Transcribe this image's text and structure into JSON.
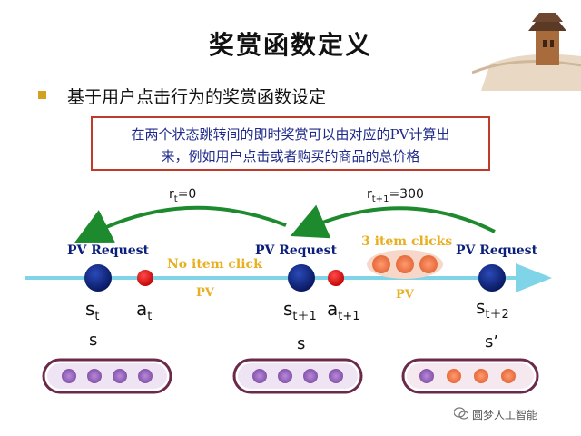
{
  "slide": {
    "title": "奖赏函数定义",
    "bullet": "基于用户点击行为的奖赏函数设定",
    "note_line1": "在两个状态跳转间的即时奖赏可以由对应的PV计算出",
    "note_line2": "来，例如用户点击或者购买的商品的总价格"
  },
  "diagram": {
    "reward_left": "r",
    "reward_left_sub": "t",
    "reward_left_val": "=0",
    "reward_right": "r",
    "reward_right_sub": "t+1",
    "reward_right_val": "=300",
    "pv_request_1": "PV Request",
    "pv_request_2": "PV Request",
    "pv_request_3": "PV Request",
    "no_item_click": "No item click",
    "three_item_clicks": "3 item clicks",
    "pv_1": "PV",
    "pv_2": "PV",
    "s_t": "s",
    "s_t_sub": "t",
    "a_t": "a",
    "a_t_sub": "t",
    "s_t1": "s",
    "s_t1_sub": "t＋1",
    "a_t1": "a",
    "a_t1_sub": "t+1",
    "s_t2": "s",
    "s_t2_sub": "t＋2",
    "state_label_1": "s",
    "state_label_2": "s",
    "state_label_3": "s’"
  },
  "watermark": "圆梦人工智能",
  "colors": {
    "arrow_green": "#1e8a2e",
    "state_navy": "#0b1f7a",
    "action_red": "#e01010",
    "timeline_cyan": "#7fd4e8",
    "label_gold": "#e8b020",
    "pill_border": "#6b2a4a",
    "item_purple": "#a678c8",
    "item_orange": "#f08050"
  }
}
